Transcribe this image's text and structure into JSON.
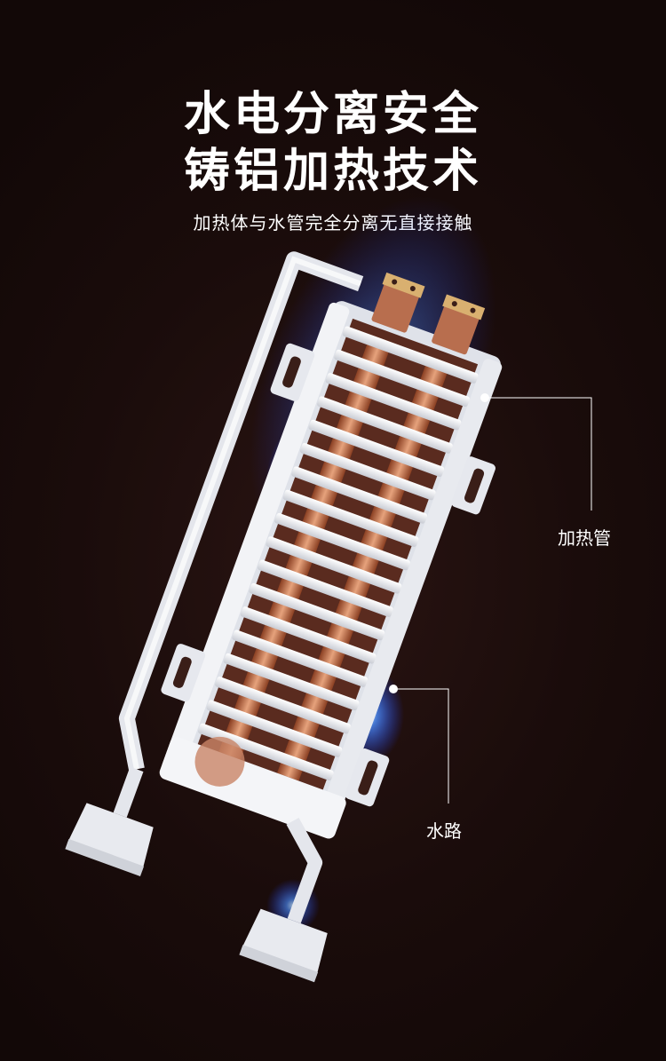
{
  "headline": {
    "line1": "水电分离安全",
    "line2": "铸铝加热技术"
  },
  "subheadline": "加热体与水管完全分离无直接接触",
  "callouts": {
    "heating_tube": "加热管",
    "water_path": "水路"
  },
  "colors": {
    "background": "#1a0d0c",
    "text": "#ffffff",
    "glow": "#3a7bff",
    "copper": "#c8744e",
    "body": "#eef0f4"
  }
}
